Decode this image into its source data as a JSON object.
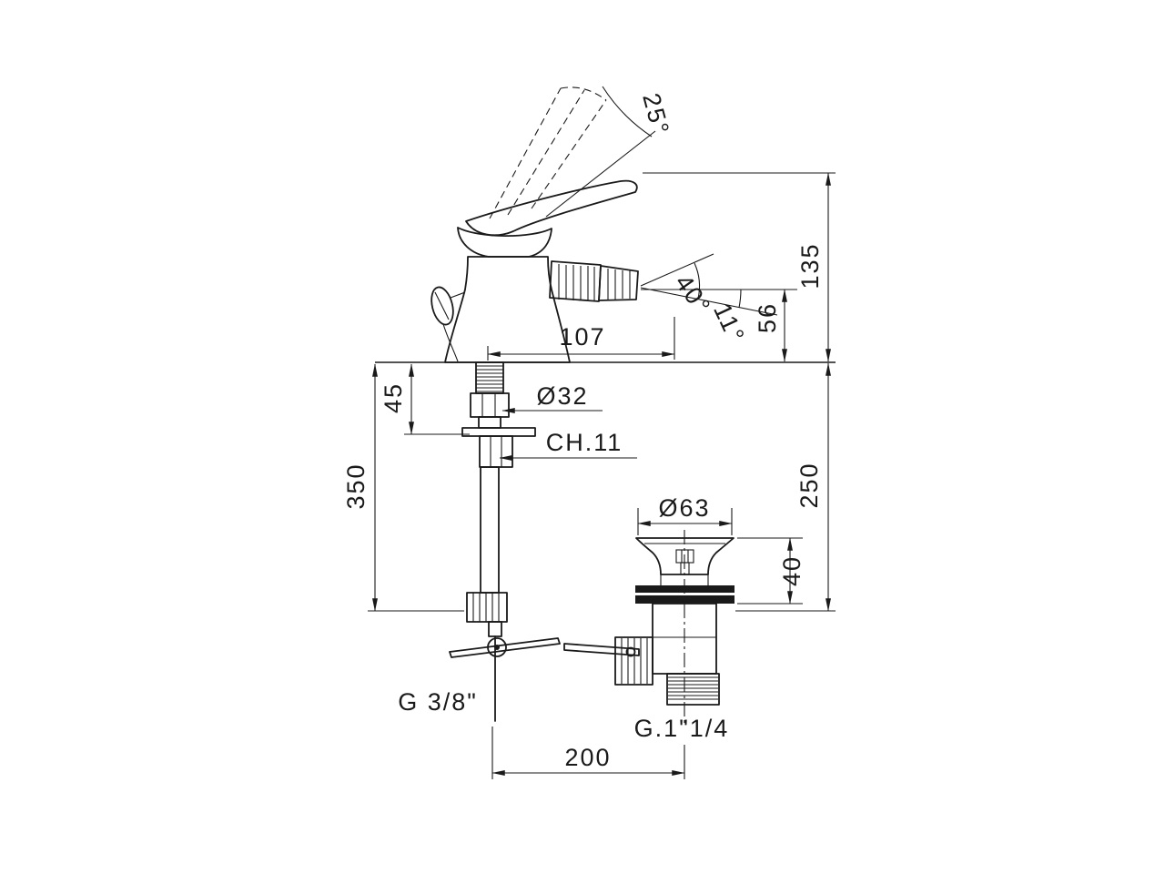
{
  "page": {
    "background": "#ffffff",
    "ink": "#1a1a1a"
  },
  "drawing": {
    "title": "Bidet mixer technical drawing",
    "labels": {
      "angle_handle": "25°",
      "dim_height_total": "135",
      "angle_spray": "40°",
      "angle_tilt": "11°",
      "dim_spout_height": "56",
      "dim_spout_reach": "107",
      "dia_body": "Ø32",
      "wrench_size": "CH.11",
      "dim_deck_thickness": "45",
      "dim_hose_drop": "350",
      "dim_drain_drop": "250",
      "dia_waste_flange": "Ø63",
      "dim_waste_height": "40",
      "thread_supply": "G 3/8\"",
      "thread_waste": "G.1\"1/4",
      "dim_center_distance": "200"
    }
  }
}
